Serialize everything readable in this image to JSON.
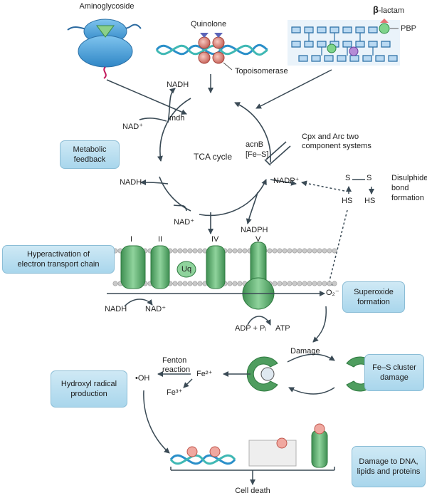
{
  "antibiotics": {
    "aminoglycoside": "Aminoglycoside",
    "quinolone": "Quinolone",
    "topoisomerase": "Topoisomerase",
    "beta_symbol": "β",
    "beta_lactam": "-lactam",
    "pbp": "PBP"
  },
  "tca": {
    "nadh_top": "NADH",
    "nad_top": "NAD⁺",
    "mdh": "mdh",
    "cycle": "TCA cycle",
    "acnb": "acnB",
    "fes": "[Fe–S]",
    "cpx_line1": "Cpx and Arc two",
    "cpx_line2": "component systems",
    "nadp": "NADP⁺",
    "nadph": "NADPH",
    "nadh_left": "NADH",
    "nad_left": "NAD⁺"
  },
  "disulphide": {
    "s1": "S",
    "s2": "S",
    "hs1": "HS",
    "hs2": "HS",
    "label_line1": "Disulphide",
    "label_line2": "bond",
    "label_line3": "formation"
  },
  "etc": {
    "complex_1": "I",
    "complex_2": "II",
    "complex_4": "IV",
    "complex_5": "V",
    "uq": "Uq",
    "nadh": "NADH",
    "nad": "NAD⁺",
    "superoxide": "O₂⁻",
    "adp": "ADP + Pᵢ",
    "atp": "ATP"
  },
  "iron": {
    "damage": "Damage",
    "fenton_line1": "Fenton",
    "fenton_line2": "reaction",
    "fe2": "Fe²⁺",
    "fe3": "Fe³⁺",
    "oh": "•OH",
    "cell_death": "Cell death"
  },
  "boxes": {
    "metabolic_1": "Metabolic",
    "metabolic_2": "feedback",
    "hyper_1": "Hyperactivation of",
    "hyper_2": "electron transport chain",
    "superoxide_1": "Superoxide",
    "superoxide_2": "formation",
    "fes_1": "Fe–S cluster",
    "fes_2": "damage",
    "hydroxyl_1": "Hydroxyl radical",
    "hydroxyl_2": "production",
    "damage_1": "Damage to DNA,",
    "damage_2": "lipids and proteins"
  },
  "colors": {
    "box_fill": "#b8def0",
    "membrane_green": "#5aa86b",
    "arrow": "#3a4a55",
    "dna_blue": "#2a8fc9",
    "dna_teal": "#3fb8b4",
    "radical_red": "#e8908a"
  }
}
